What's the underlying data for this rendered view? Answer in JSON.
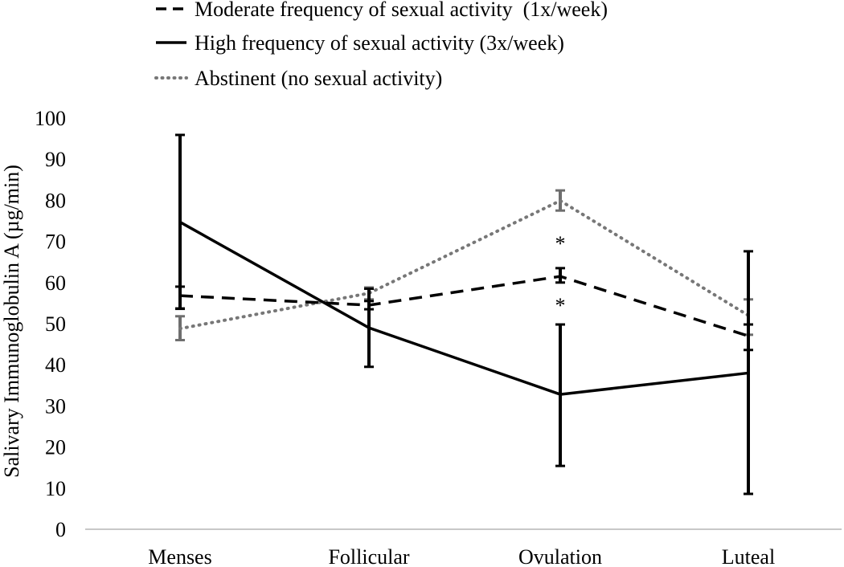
{
  "chart_data": {
    "type": "line",
    "title": "",
    "xlabel": "",
    "ylabel": "Salivary Immunoglobulin A (µg/min)",
    "ylim": [
      0,
      100
    ],
    "yticks": [
      0,
      10,
      20,
      30,
      40,
      50,
      60,
      70,
      80,
      90,
      100
    ],
    "grid": false,
    "legend_position": "top",
    "categories": [
      "Menses",
      "Follicular",
      "Ovulation",
      "Luteal"
    ],
    "series": [
      {
        "name": "Moderate frequency of sexual activity  (1x/week)",
        "style": "dashed",
        "color": "#000000",
        "error_color": "#000000",
        "values": [
          56.8,
          54.5,
          61.5,
          47.0
        ],
        "error_low": [
          53.7,
          53.5,
          60.0,
          43.6
        ],
        "error_high": [
          59.0,
          55.5,
          63.5,
          49.8
        ]
      },
      {
        "name": "High frequency of sexual activity (3x/week)",
        "style": "solid",
        "color": "#000000",
        "error_color": "#000000",
        "values": [
          74.7,
          49.0,
          32.8,
          38.0
        ],
        "error_low": [
          53.6,
          39.5,
          15.4,
          8.6
        ],
        "error_high": [
          95.9,
          58.5,
          49.8,
          67.6
        ]
      },
      {
        "name": "Abstinent (no sexual activity)",
        "style": "dotted",
        "color": "#777777",
        "error_color": "#6e6e6e",
        "values": [
          48.8,
          57.4,
          79.9,
          52.0
        ],
        "error_low": [
          46.0,
          55.9,
          77.5,
          47.3
        ],
        "error_high": [
          51.8,
          58.8,
          82.4,
          55.9
        ]
      }
    ],
    "annotations": [
      {
        "text": "*",
        "category": "Ovulation",
        "y": 70.5
      },
      {
        "text": "*",
        "category": "Ovulation",
        "y": 55.5
      }
    ]
  }
}
